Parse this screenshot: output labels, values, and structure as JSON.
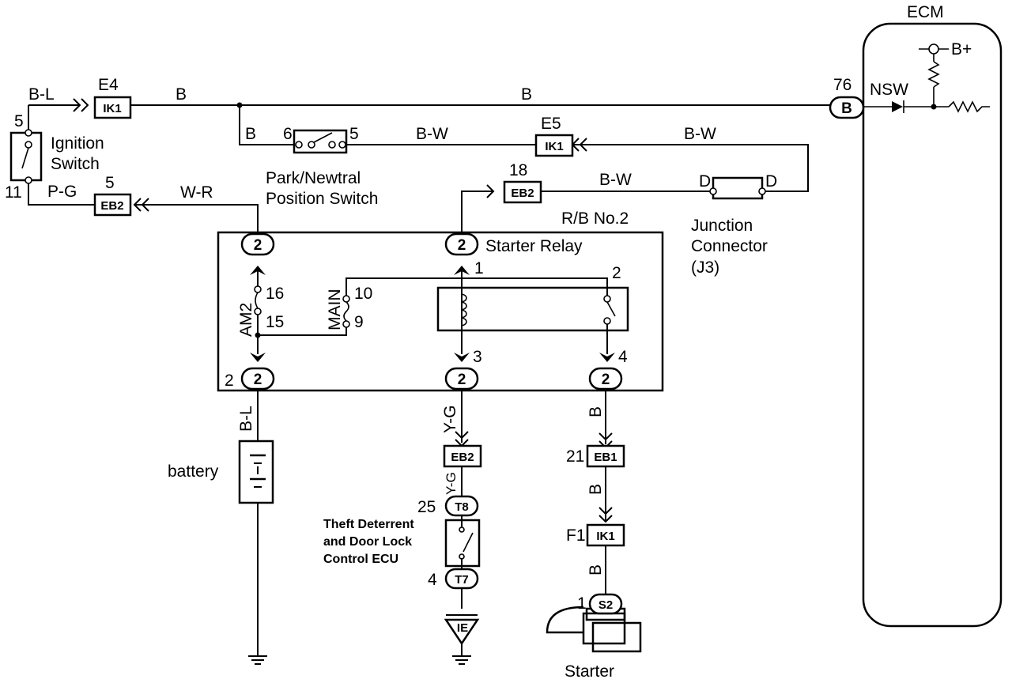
{
  "ecm": {
    "title": "ECM",
    "supply": "B+",
    "terminal_name": "NSW",
    "pin_number": "76",
    "connector": "B"
  },
  "ignition_switch": {
    "name_line1": "Ignition",
    "name_line2": "Switch",
    "pin_top": "5",
    "pin_bottom": "11"
  },
  "park_neutral_switch": {
    "name_line1": "Park/Newtral",
    "name_line2": "Position Switch",
    "pin_left": "6",
    "pin_right": "5"
  },
  "junction_connector": {
    "name_line1": "Junction",
    "name_line2": "Connector",
    "name_line3": "(J3)",
    "pin_left": "D",
    "pin_right": "D"
  },
  "relay_block": {
    "name": "R/B No.2",
    "relay_name": "Starter Relay",
    "fuse_am2": "AM2",
    "fuse_main": "MAIN",
    "connector_2": "2",
    "pins": {
      "am2_top": "16",
      "am2_bottom": "15",
      "main_top": "10",
      "main_bottom": "9",
      "relay_1": "1",
      "relay_2": "2",
      "relay_3": "3",
      "relay_4": "4",
      "bottom_left": "2"
    }
  },
  "battery": {
    "label": "battery"
  },
  "theft_ecu": {
    "line1": "Theft Deterrent",
    "line2": "and Door Lock",
    "line3": "Control ECU",
    "pin_t8": "25",
    "conn_t8": "T8",
    "pin_t7": "4",
    "conn_t7": "T7",
    "ground": "IE"
  },
  "starter": {
    "label": "Starter",
    "pin": "1",
    "conn": "S2"
  },
  "connectors": {
    "e4_id": "E4",
    "e4_conn": "IK1",
    "e5_id": "E5",
    "e5_conn": "IK1",
    "eb2_top_pin": "5",
    "eb2_top_conn": "EB2",
    "eb2_mid_pin": "18",
    "eb2_mid_conn": "EB2",
    "eb2_low_conn": "EB2",
    "eb1_pin": "21",
    "eb1_conn": "EB1",
    "f1_pin": "F1",
    "f1_conn": "IK1"
  },
  "wires": {
    "bl_top": "B-L",
    "b_e4": "B",
    "b_main": "B",
    "b_branch": "B",
    "bw_park": "B-W",
    "bw_e5": "B-W",
    "bw_eb2": "B-W",
    "pg": "P-G",
    "wr": "W-R",
    "bl_battery": "B-L",
    "yg_1": "Y-G",
    "yg_2": "Y-G",
    "b_starter_1": "B",
    "b_starter_2": "B",
    "b_starter_3": "B"
  }
}
